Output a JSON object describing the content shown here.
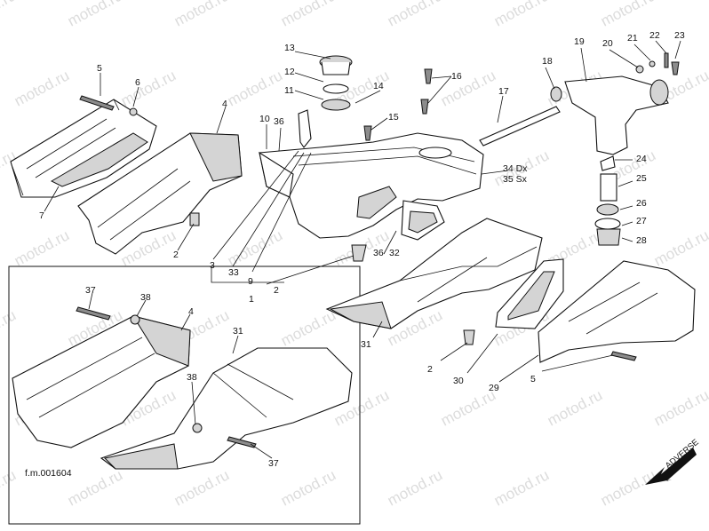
{
  "watermark": "motod.ru",
  "figure_code": "f.m.001604",
  "badge": {
    "text": "ADVERSE",
    "icon": "direction-arrow-icon"
  },
  "labels": {
    "l1": "1",
    "l2": "2",
    "l2b": "2",
    "l2c": "2",
    "l3": "3",
    "l4": "4",
    "l4b": "4",
    "l5": "5",
    "l5b": "5",
    "l6": "6",
    "l7": "7",
    "l9": "9",
    "l10": "10",
    "l11": "11",
    "l12": "12",
    "l13": "13",
    "l14": "14",
    "l15": "15",
    "l16": "16",
    "l17": "17",
    "l18": "18",
    "l19": "19",
    "l20": "20",
    "l21": "21",
    "l22": "22",
    "l23": "23",
    "l24": "24",
    "l25": "25",
    "l26": "26",
    "l27": "27",
    "l28": "28",
    "l29": "29",
    "l30": "30",
    "l31": "31",
    "l31b": "31",
    "l32": "32",
    "l33": "33",
    "l34": "34 Dx",
    "l35": "35 Sx",
    "l36": "36",
    "l36b": "36",
    "l37": "37",
    "l37b": "37",
    "l38": "38",
    "l38b": "38"
  }
}
